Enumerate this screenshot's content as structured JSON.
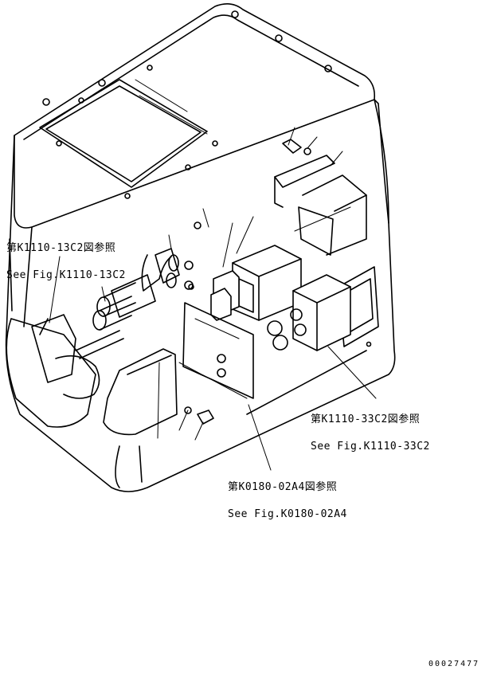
{
  "callouts": {
    "ref_13c2": {
      "jp": "第K1110-13C2図参照",
      "en": "See Fig.K1110-13C2"
    },
    "ref_33c2": {
      "jp": "第K1110-33C2図参照",
      "en": "See Fig.K1110-33C2"
    },
    "ref_02a4": {
      "jp": "第K0180-02A4図参照",
      "en": "See Fig.K0180-02A4"
    }
  },
  "drawing_code": "00027477"
}
